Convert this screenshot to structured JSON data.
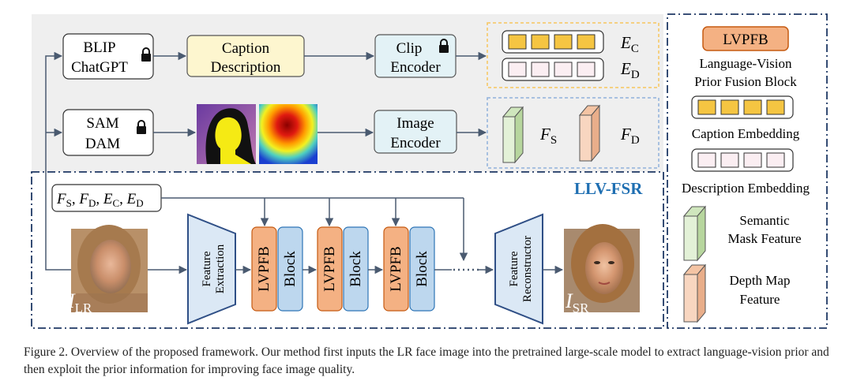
{
  "colors": {
    "prior_panel_bg": "#f0f0f0",
    "box_gray_fill": "#ffffff",
    "box_yellow_fill": "#fdf6cf",
    "box_blue_fill": "#e3f2f6",
    "caption_embedding_cell": "#f5c542",
    "description_embedding_cell": "#fbeef2",
    "semantic_feature": "#e3f1d7",
    "depth_feature": "#f8d6c0",
    "lvpfb_fill": "#f4b183",
    "block_fill": "#bdd7ee",
    "llv_title": "#1f6fb2",
    "dash_orange": "#f7c65d",
    "dash_blue": "#8fb1dc",
    "dash_navy": "#1f3864",
    "trapezoid_fill": "#2f4f86"
  },
  "prior_branch": {
    "blip_box": [
      "BLIP",
      "ChatGPT"
    ],
    "caption_box": [
      "Caption",
      "Description"
    ],
    "clip_box": [
      "Clip",
      "Encoder"
    ],
    "sam_box": [
      "SAM",
      "DAM"
    ],
    "image_encoder_box": [
      "Image",
      "Encoder"
    ],
    "embeddings": {
      "ec_label": "E",
      "ec_sub": "C",
      "ed_label": "E",
      "ed_sub": "D"
    },
    "features": {
      "fs_label": "F",
      "fs_sub": "S",
      "fd_label": "F",
      "fd_sub": "D"
    },
    "lock_icon": "lock-icon"
  },
  "llv_fsr": {
    "title": "LLV-FSR",
    "inputs_label": {
      "f": "F",
      "s": "S",
      "d": "D",
      "e": "E",
      "c": "C",
      "sep": ", "
    },
    "lr_label": "I",
    "lr_sub": "LR",
    "sr_label": "I",
    "sr_sub": "SR",
    "feature_extraction": [
      "Feature",
      "Extraction"
    ],
    "feature_reconstructor": [
      "Feature",
      "Reconstructor"
    ],
    "lvpfb": "LVPFB",
    "block": "Block"
  },
  "legend": {
    "lvpfb_box": "LVPFB",
    "lvpfb_desc": [
      "Language-Vision",
      "Prior Fusion Block"
    ],
    "caption_embedding": "Caption Embedding",
    "description_embedding": "Description Embedding",
    "semantic": [
      "Semantic",
      "Mask Feature"
    ],
    "depth": [
      "Depth Map",
      "Feature"
    ]
  },
  "caption": "Figure 2. Overview of the proposed framework. Our method first inputs the LR face image into the pretrained large-scale model to extract language-vision prior and then exploit the prior information for improving face image quality."
}
